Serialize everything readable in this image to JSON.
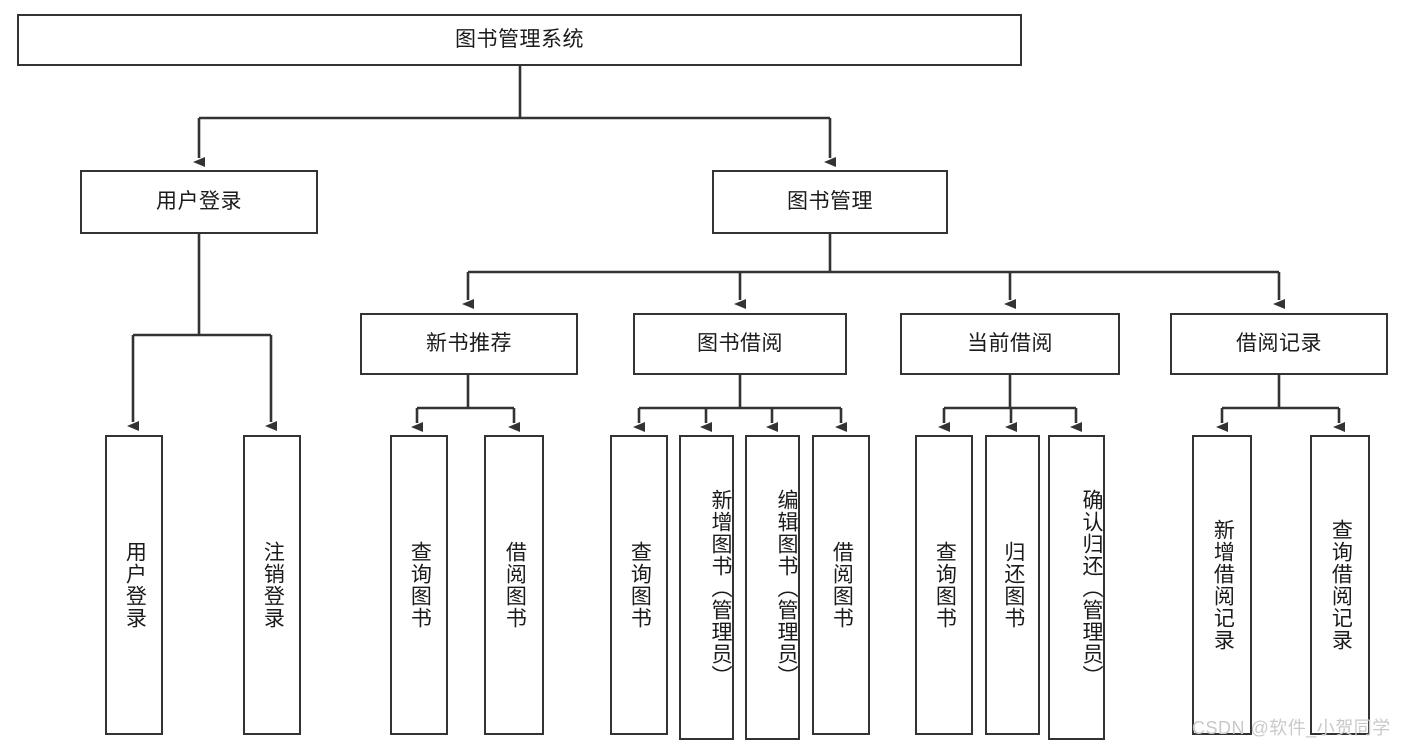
{
  "diagram": {
    "title": "图书管理系统",
    "type": "tree-hierarchy",
    "line_color": "#333333",
    "box_fill": "#ffffff",
    "text_color": "#1b1b1b",
    "watermark": "CSDN @软件_小贺同学"
  },
  "nodes": {
    "root": {
      "label": "图书管理系统"
    },
    "level1": [
      {
        "label": "用户登录"
      },
      {
        "label": "图书管理"
      }
    ],
    "level2": [
      {
        "label": "新书推荐"
      },
      {
        "label": "图书借阅"
      },
      {
        "label": "当前借阅"
      },
      {
        "label": "借阅记录"
      }
    ],
    "leaves": {
      "user_login": [
        {
          "label": "用户登录"
        },
        {
          "label": "注销登录"
        }
      ],
      "new_book_recommend": [
        {
          "label": "查询图书"
        },
        {
          "label": "借阅图书"
        }
      ],
      "book_borrow": [
        {
          "label": "查询图书"
        },
        {
          "label": "新增图书（管理员）"
        },
        {
          "label": "编辑图书（管理员）"
        },
        {
          "label": "借阅图书"
        }
      ],
      "current_borrow": [
        {
          "label": "查询图书"
        },
        {
          "label": "归还图书"
        },
        {
          "label": "确认归还（管理员）"
        }
      ],
      "borrow_record": [
        {
          "label": "新增借阅记录"
        },
        {
          "label": "查询借阅记录"
        }
      ]
    }
  }
}
